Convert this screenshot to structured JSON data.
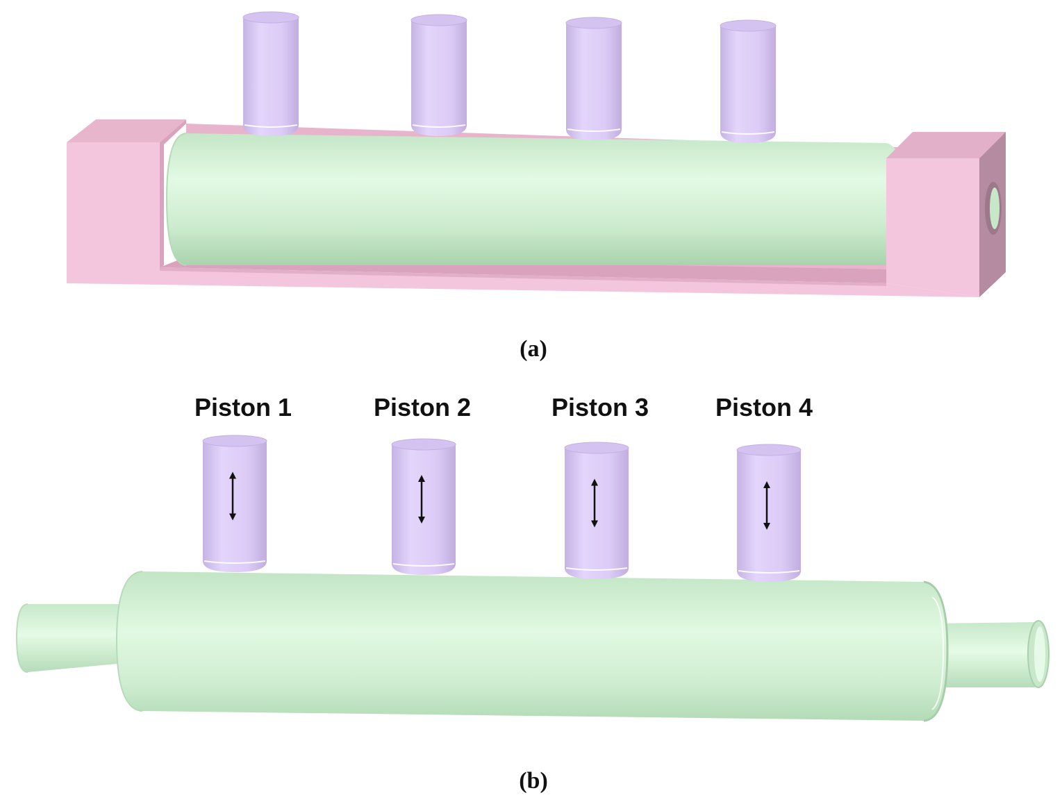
{
  "figure": {
    "panel_a": {
      "caption": "(a)"
    },
    "panel_b": {
      "caption": "(b)",
      "pistons": [
        {
          "label": "Piston 1"
        },
        {
          "label": "Piston 2"
        },
        {
          "label": "Piston 3"
        },
        {
          "label": "Piston 4"
        }
      ]
    },
    "colors": {
      "housing": "#f4c6de",
      "housing_dark": "#b48ba0",
      "tube": "#d4f3d6",
      "tube_dark": "#b9e0bd",
      "piston": "#dccaf5",
      "piston_dark": "#b8a6d6",
      "arrow": "#111111"
    }
  }
}
